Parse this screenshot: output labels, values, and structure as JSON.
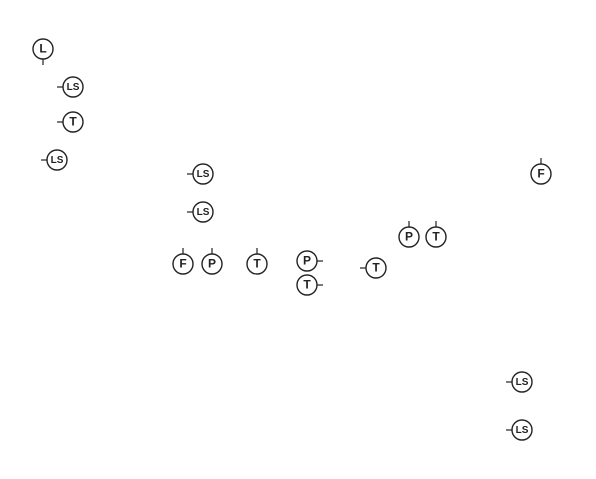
{
  "symbols": [
    {
      "id": "l1",
      "label": "L"
    },
    {
      "id": "ls1",
      "label": "LS"
    },
    {
      "id": "t1",
      "label": "T"
    },
    {
      "id": "ls2",
      "label": "LS"
    },
    {
      "id": "ls3",
      "label": "LS"
    },
    {
      "id": "ls4",
      "label": "LS"
    },
    {
      "id": "f1",
      "label": "F"
    },
    {
      "id": "p1",
      "label": "P"
    },
    {
      "id": "t2",
      "label": "T"
    },
    {
      "id": "p2",
      "label": "P"
    },
    {
      "id": "t3",
      "label": "T"
    },
    {
      "id": "t4",
      "label": "T"
    },
    {
      "id": "p3",
      "label": "P"
    },
    {
      "id": "t5",
      "label": "T"
    },
    {
      "id": "f2",
      "label": "F"
    },
    {
      "id": "ls5",
      "label": "LS"
    },
    {
      "id": "ls6",
      "label": "LS"
    }
  ]
}
